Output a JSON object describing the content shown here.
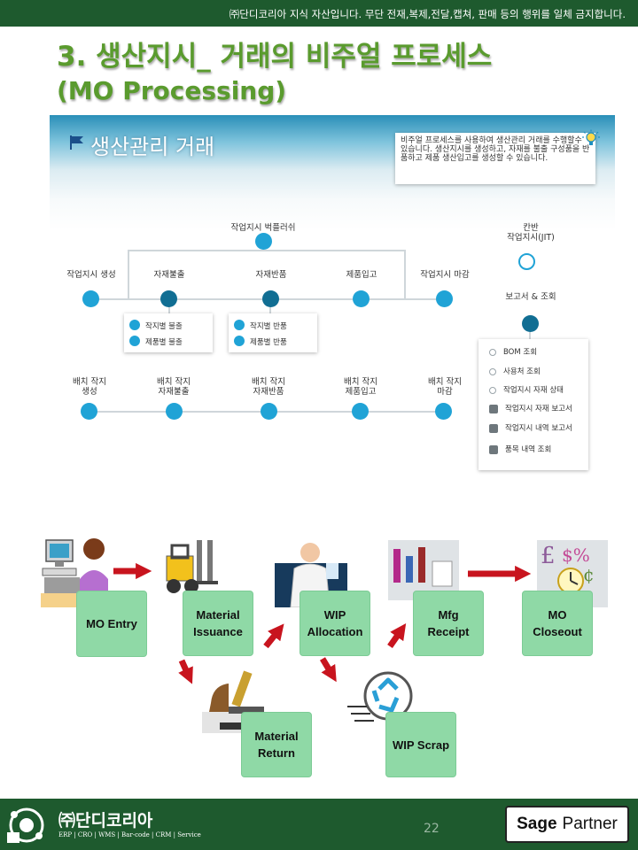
{
  "header": {
    "copyright": "㈜단디코리아 지식 자산입니다. 무단 전재,복제,전달,캡쳐, 판매 등의 행위를 일체 금지합니다."
  },
  "title": {
    "line1": "3. 생산지시_ 거래의 비주얼 프로세스",
    "line2": "(MO Processing)"
  },
  "panel": {
    "heading": "생산관리 거래",
    "info": "비주얼 프로세스를 사용하여 생산관리 거래를 수행할수 있습니다. 생산지시를 생성하고, 자재를 불출 구성품을 반품하고 제품 생산입고를 생성할 수 있습니다.",
    "wizard_label": "작업지시 벅플러쉬",
    "kanban_label": "칸반\n작업지시(JIT)",
    "report_label": "보고서 & 조회",
    "steps": [
      "작업지시 생성",
      "자재불출",
      "자재반품",
      "제품입고",
      "작업지시 마감"
    ],
    "issue_menu": [
      "작지별 불출",
      "제품별 불출"
    ],
    "return_menu": [
      "작지별 반품",
      "제품별 반품"
    ],
    "batch_steps": [
      "배치 작지\n생성",
      "배치 작지\n자재불출",
      "배치 작지\n자재반품",
      "배치 작지\n제품입고",
      "배치 작지\n마감"
    ],
    "reports": [
      {
        "label": "BOM 조회",
        "icon": "magnifier-icon"
      },
      {
        "label": "사용처 조회",
        "icon": "magnifier-icon"
      },
      {
        "label": "작업지시 자재 상태",
        "icon": "magnifier-icon"
      },
      {
        "label": "작업지시 자재 보고서",
        "icon": "printer-icon"
      },
      {
        "label": "작업지시 내역 보고서",
        "icon": "printer-icon"
      },
      {
        "label": "품목 내역 조회",
        "icon": "printer-icon"
      }
    ]
  },
  "flow": {
    "mo_entry": "MO Entry",
    "material_issuance": "Material\nIssuance",
    "wip_allocation": "WIP\nAllocation",
    "mfg_receipt": "Mfg\nReceipt",
    "mo_closeout": "MO\nCloseout",
    "material_return": "Material\nReturn",
    "wip_scrap": "WIP Scrap"
  },
  "footer": {
    "company": "㈜단디코리아",
    "tagline": "ERP | CRO | WMS | Bar-code | CRM | Service",
    "page": "22",
    "sage": "Sage",
    "partner": "Partner"
  },
  "colors": {
    "brand_green": "#1e5a2e",
    "title_green": "#5a9b2e",
    "node_blue": "#20a3d6",
    "flow_box": "#8fd9a6",
    "arrow_red": "#c8141e"
  }
}
